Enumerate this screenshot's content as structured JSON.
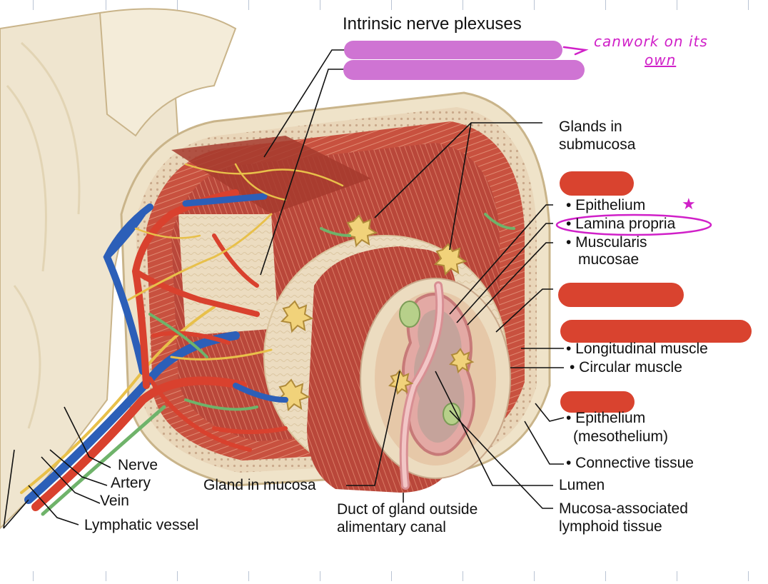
{
  "labels": {
    "title": "Intrinsic nerve plexuses",
    "glands_in_submucosa_1": "Glands in",
    "glands_in_submucosa_2": "submucosa",
    "epithelium": "• Epithelium",
    "lamina_propria": "• Lamina propria",
    "muscularis_1": "• Muscularis",
    "muscularis_2": "mucosae",
    "longitudinal": "• Longitudinal muscle",
    "circular": "• Circular muscle",
    "epithelium2_1": "• Epithelium",
    "epithelium2_2": "(mesothelium)",
    "connective": "• Connective tissue",
    "lumen": "Lumen",
    "malt_1": "Mucosa-associated",
    "malt_2": "lymphoid tissue",
    "nerve": "Nerve",
    "artery": "Artery",
    "vein": "Vein",
    "lymphatic": "Lymphatic vessel",
    "gland_mucosa": "Gland in mucosa",
    "duct_1": "Duct of gland outside",
    "duct_2": "alimentary canal"
  },
  "annotations": {
    "note_1": "canwork on its",
    "note_2": "own",
    "star": "★"
  },
  "colors": {
    "redaction_purple": "#cf74d3",
    "redaction_red": "#d9432f",
    "muscle": "#c8513f",
    "artery": "#d9412e",
    "vein": "#2c5fb8",
    "nerve": "#e8c04a",
    "lymph": "#6fb36a",
    "serosa": "#efe5cf",
    "lumen": "#c5a39b",
    "ink_annotation": "#d020c8"
  }
}
